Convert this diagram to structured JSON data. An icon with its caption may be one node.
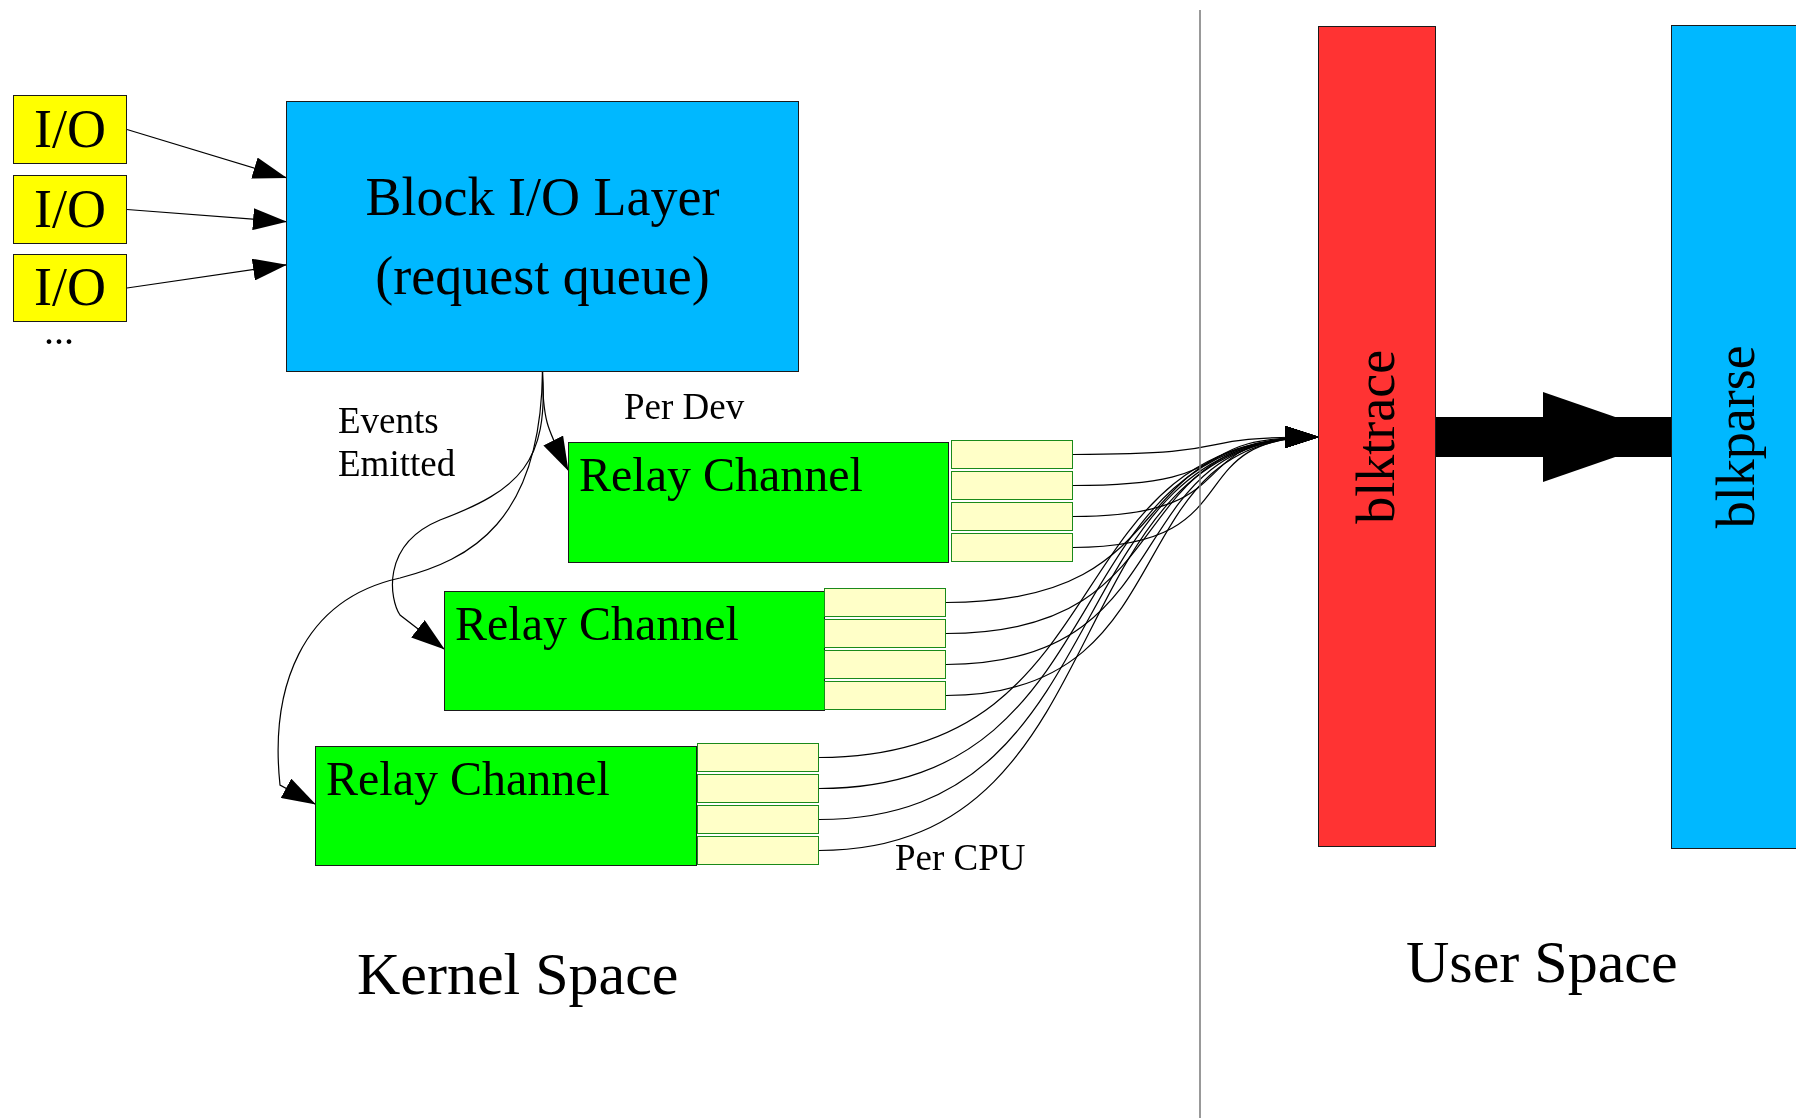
{
  "diagram": {
    "nodes": [
      {
        "text": [
          "I/O"
        ]
      },
      {
        "text": [
          "I/O"
        ]
      },
      {
        "text": [
          "I/O"
        ]
      },
      {
        "text": [
          "Block I/O Layer (request queue)"
        ]
      },
      {
        "text": [
          "Relay Channel"
        ]
      },
      {
        "text": [],
        "shape": "box"
      },
      {
        "text": [],
        "shape": "box"
      },
      {
        "text": [],
        "shape": "box"
      },
      {
        "text": [],
        "shape": "box"
      },
      {
        "text": [
          "Relay Channel"
        ]
      },
      {
        "text": [],
        "shape": "box"
      },
      {
        "text": [],
        "shape": "box"
      },
      {
        "text": [],
        "shape": "box"
      },
      {
        "text": [],
        "shape": "box"
      },
      {
        "text": [
          "Relay Channel"
        ]
      },
      {
        "text": [],
        "shape": "box"
      },
      {
        "text": [],
        "shape": "box"
      },
      {
        "text": [],
        "shape": "box"
      },
      {
        "text": [],
        "shape": "box"
      },
      {
        "text": [
          "blktrace"
        ]
      },
      {
        "text": [
          "blkparse"
        ]
      }
    ],
    "edges": [
      {
        "from": 0,
        "to": 3,
        "arrow": "to"
      },
      {
        "from": 1,
        "to": 3,
        "arrow": "to"
      },
      {
        "from": 2,
        "to": 3,
        "arrow": "to"
      },
      {
        "from": 3,
        "to": 4,
        "arrow": "to"
      },
      {
        "from": 3,
        "to": 9,
        "arrow": "to"
      },
      {
        "from": 3,
        "to": 14,
        "arrow": "to"
      },
      {
        "from": 5,
        "to": 19,
        "arrow": "to"
      },
      {
        "from": 6,
        "to": 19,
        "arrow": "to"
      },
      {
        "from": 7,
        "to": 19,
        "arrow": "to"
      },
      {
        "from": 8,
        "to": 19,
        "arrow": "to"
      },
      {
        "from": 10,
        "to": 19,
        "arrow": "to"
      },
      {
        "from": 11,
        "to": 19,
        "arrow": "to"
      },
      {
        "from": 12,
        "to": 19,
        "arrow": "to"
      },
      {
        "from": 13,
        "to": 19,
        "arrow": "to"
      },
      {
        "from": 15,
        "to": 19,
        "arrow": "to"
      },
      {
        "from": 16,
        "to": 19,
        "arrow": "to"
      },
      {
        "from": 17,
        "to": 19,
        "arrow": "to"
      },
      {
        "from": 18,
        "to": 19,
        "arrow": "to"
      },
      {
        "from": 19,
        "to": 20,
        "arrow": "to",
        "style": "thick"
      }
    ],
    "labels": [
      "...",
      "Events Emitted",
      "Per Dev",
      "Per CPU",
      "Kernel Space",
      "User Space"
    ]
  }
}
